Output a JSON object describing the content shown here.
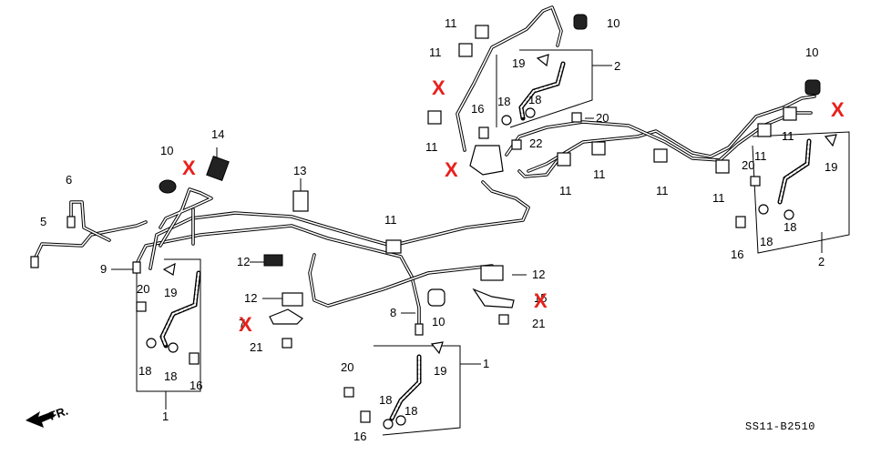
{
  "diagram": {
    "code": "SS11-B2510",
    "direction_label": "FR.",
    "labels": [
      {
        "id": "l1a",
        "text": "11"
      },
      {
        "id": "l1b",
        "text": "10"
      },
      {
        "id": "l1c",
        "text": "11"
      },
      {
        "id": "l1d",
        "text": "19"
      },
      {
        "id": "l1e",
        "text": "2"
      },
      {
        "id": "l1f",
        "text": "18"
      },
      {
        "id": "l1g",
        "text": "18"
      },
      {
        "id": "l1h",
        "text": "16"
      },
      {
        "id": "l1i",
        "text": "20"
      },
      {
        "id": "l1j",
        "text": "11"
      },
      {
        "id": "l1k",
        "text": "22"
      },
      {
        "id": "l1l",
        "text": "11"
      },
      {
        "id": "l1m",
        "text": "11"
      },
      {
        "id": "l1n",
        "text": "11"
      },
      {
        "id": "l1o",
        "text": "11"
      },
      {
        "id": "l1p",
        "text": "11"
      },
      {
        "id": "l1q",
        "text": "11"
      },
      {
        "id": "l1r",
        "text": "10"
      },
      {
        "id": "l1s",
        "text": "11"
      },
      {
        "id": "l1t",
        "text": "19"
      },
      {
        "id": "l1u",
        "text": "20"
      },
      {
        "id": "l1v",
        "text": "18"
      },
      {
        "id": "l1w",
        "text": "18"
      },
      {
        "id": "l1x",
        "text": "16"
      },
      {
        "id": "l1y",
        "text": "2"
      },
      {
        "id": "l2a",
        "text": "14"
      },
      {
        "id": "l2b",
        "text": "10"
      },
      {
        "id": "l2c",
        "text": "6"
      },
      {
        "id": "l2d",
        "text": "5"
      },
      {
        "id": "l2e",
        "text": "13"
      },
      {
        "id": "l2f",
        "text": "9"
      },
      {
        "id": "l2g",
        "text": "20"
      },
      {
        "id": "l2h",
        "text": "19"
      },
      {
        "id": "l2i",
        "text": "12"
      },
      {
        "id": "l2j",
        "text": "11"
      },
      {
        "id": "l2k",
        "text": "18"
      },
      {
        "id": "l2l",
        "text": "18"
      },
      {
        "id": "l2m",
        "text": "16"
      },
      {
        "id": "l2n",
        "text": "1"
      },
      {
        "id": "l2o",
        "text": "12"
      },
      {
        "id": "l2p",
        "text": "21"
      },
      {
        "id": "l2q",
        "text": "8"
      },
      {
        "id": "l2r",
        "text": "10"
      },
      {
        "id": "l2s",
        "text": "12"
      },
      {
        "id": "l2t",
        "text": "21"
      },
      {
        "id": "l2u",
        "text": "20"
      },
      {
        "id": "l2v",
        "text": "19"
      },
      {
        "id": "l2w",
        "text": "1"
      },
      {
        "id": "l2x",
        "text": "18"
      },
      {
        "id": "l2y",
        "text": "18"
      },
      {
        "id": "l2z",
        "text": "16"
      },
      {
        "id": "l3a",
        "text": "7"
      },
      {
        "id": "l3b",
        "text": "15"
      }
    ],
    "x_marks": [
      "X",
      "X",
      "X",
      "X",
      "X",
      "X"
    ]
  },
  "colors": {
    "line": "#000000",
    "x_mark": "#e8201c",
    "background": "#ffffff"
  }
}
